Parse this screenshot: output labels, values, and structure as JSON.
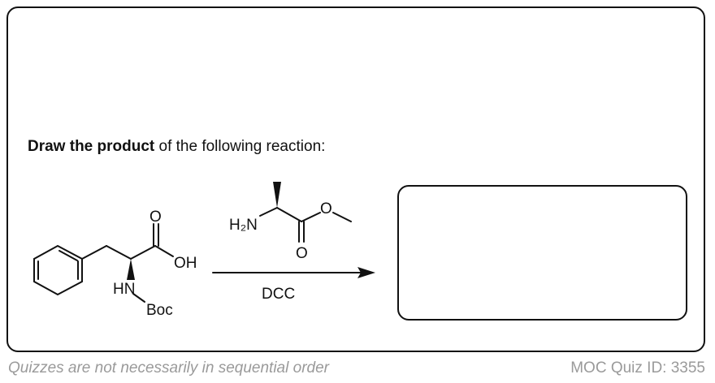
{
  "question": {
    "bold_text": "Draw the product",
    "rest_text": " of the following reaction:"
  },
  "molecules": {
    "starting_material": {
      "oxygen_label": "O",
      "hydroxyl_label": "OH",
      "amine_label": "HN",
      "protecting_group": "Boc"
    },
    "reagent_amine": {
      "amine_label": "H₂N",
      "ester_oxygen": "O",
      "carbonyl_oxygen": "O"
    }
  },
  "arrow": {
    "reagent_below": "DCC"
  },
  "footer": {
    "note": "Quizzes are not necessarily in sequential order",
    "quiz_id": "MOC Quiz ID: 3355"
  }
}
